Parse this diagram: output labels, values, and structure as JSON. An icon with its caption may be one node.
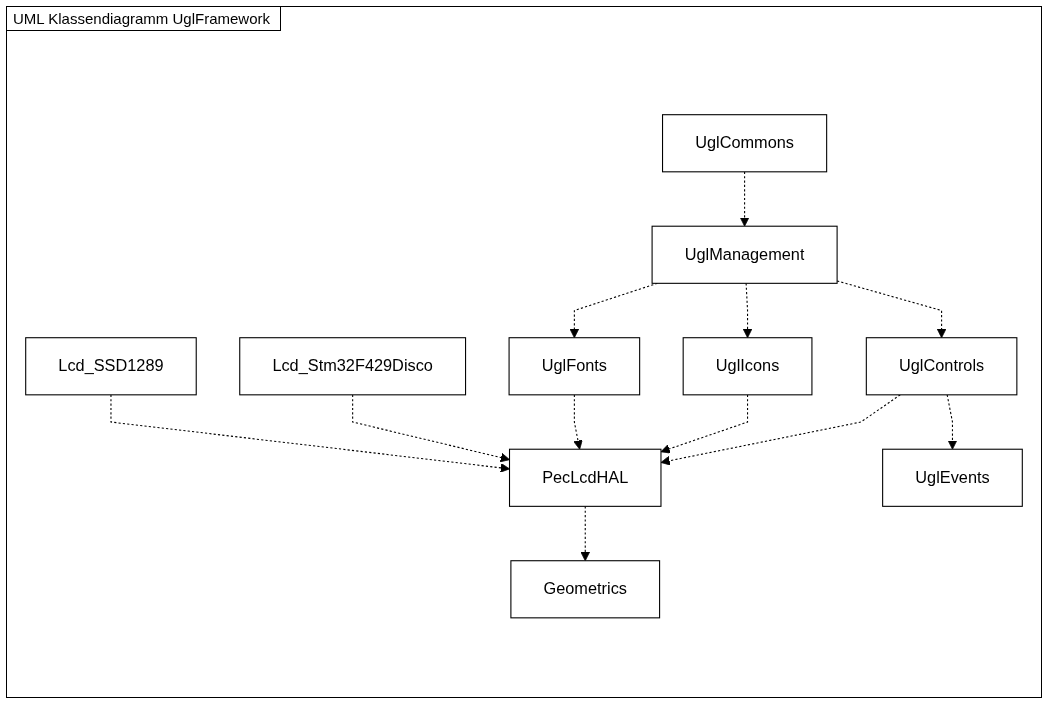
{
  "diagram": {
    "title": "UML Klassendiagramm UglFramework",
    "nodes": [
      {
        "text": [
          "UglCommons"
        ]
      },
      {
        "text": [
          "Lcd_SSD1289"
        ]
      },
      {
        "text": [
          "Lcd_Stm32F429Disco"
        ]
      },
      {
        "text": [
          "UglManagement"
        ]
      },
      {
        "text": [
          "UglFonts"
        ]
      },
      {
        "text": [
          "UglIcons"
        ]
      },
      {
        "text": [
          "UglControls"
        ]
      },
      {
        "text": [
          "PecLcdHAL"
        ]
      },
      {
        "text": [
          "UglEvents"
        ]
      },
      {
        "text": [
          "Geometrics"
        ]
      }
    ],
    "edges": [
      {
        "from": 0,
        "to": 3,
        "arrow": "to",
        "style": "dashed"
      },
      {
        "from": 3,
        "to": 4,
        "arrow": "to",
        "style": "dashed"
      },
      {
        "from": 3,
        "to": 5,
        "arrow": "to",
        "style": "dashed"
      },
      {
        "from": 3,
        "to": 6,
        "arrow": "to",
        "style": "dashed"
      },
      {
        "from": 4,
        "to": 7,
        "arrow": "to",
        "style": "dashed"
      },
      {
        "from": 5,
        "to": 7,
        "arrow": "to",
        "style": "dashed"
      },
      {
        "from": 6,
        "to": 7,
        "arrow": "to",
        "style": "dashed"
      },
      {
        "from": 1,
        "to": 7,
        "arrow": "to",
        "style": "dashed"
      },
      {
        "from": 2,
        "to": 7,
        "arrow": "to",
        "style": "dashed"
      },
      {
        "from": 6,
        "to": 8,
        "arrow": "to",
        "style": "dashed"
      },
      {
        "from": 7,
        "to": 9,
        "arrow": "to",
        "style": "dashed"
      }
    ]
  }
}
